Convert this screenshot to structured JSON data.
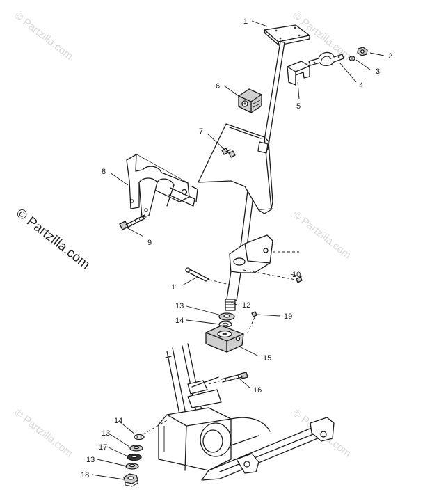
{
  "watermark": {
    "main": "© Partzilla.com",
    "faint": "© Partzilla.com"
  },
  "callouts": [
    {
      "id": "c1",
      "label": "1"
    },
    {
      "id": "c2",
      "label": "2"
    },
    {
      "id": "c3",
      "label": "3"
    },
    {
      "id": "c4",
      "label": "4"
    },
    {
      "id": "c5",
      "label": "5"
    },
    {
      "id": "c6",
      "label": "6"
    },
    {
      "id": "c7",
      "label": "7"
    },
    {
      "id": "c8",
      "label": "8"
    },
    {
      "id": "c9",
      "label": "9"
    },
    {
      "id": "c10",
      "label": "10"
    },
    {
      "id": "c11",
      "label": "11"
    },
    {
      "id": "c12",
      "label": "12"
    },
    {
      "id": "c13a",
      "label": "13"
    },
    {
      "id": "c19",
      "label": "19"
    },
    {
      "id": "c14a",
      "label": "14"
    },
    {
      "id": "c15",
      "label": "15"
    },
    {
      "id": "c16",
      "label": "16"
    },
    {
      "id": "c14b",
      "label": "14"
    },
    {
      "id": "c13b",
      "label": "13"
    },
    {
      "id": "c17",
      "label": "17"
    },
    {
      "id": "c13c",
      "label": "13"
    },
    {
      "id": "c18",
      "label": "18"
    }
  ]
}
